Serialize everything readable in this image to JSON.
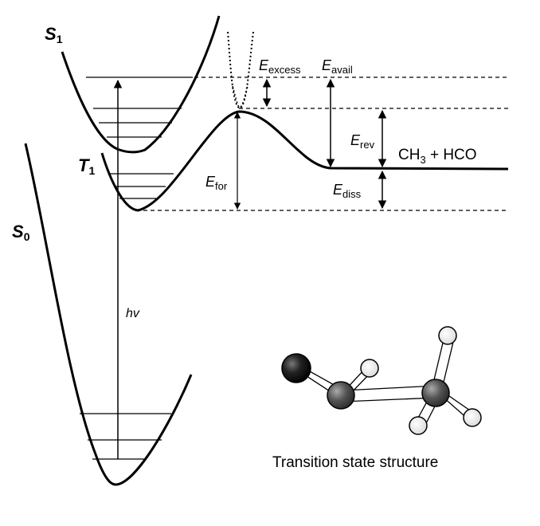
{
  "states": {
    "s1": {
      "letter": "S",
      "sub": "1"
    },
    "t1": {
      "letter": "T",
      "sub": "1"
    },
    "s0": {
      "letter": "S",
      "sub": "0"
    }
  },
  "energies": {
    "excess": {
      "letter": "E",
      "sub": "excess"
    },
    "avail": {
      "letter": "E",
      "sub": "avail"
    },
    "rev": {
      "letter": "E",
      "sub": "rev"
    },
    "for": {
      "letter": "E",
      "sub": "for"
    },
    "diss": {
      "letter": "E",
      "sub": "diss"
    }
  },
  "products": {
    "part1": "CH",
    "part1_sub": "3",
    "part2": " + HCO"
  },
  "excitation": {
    "label": "hv"
  },
  "molecule": {
    "caption": "Transition state structure"
  }
}
